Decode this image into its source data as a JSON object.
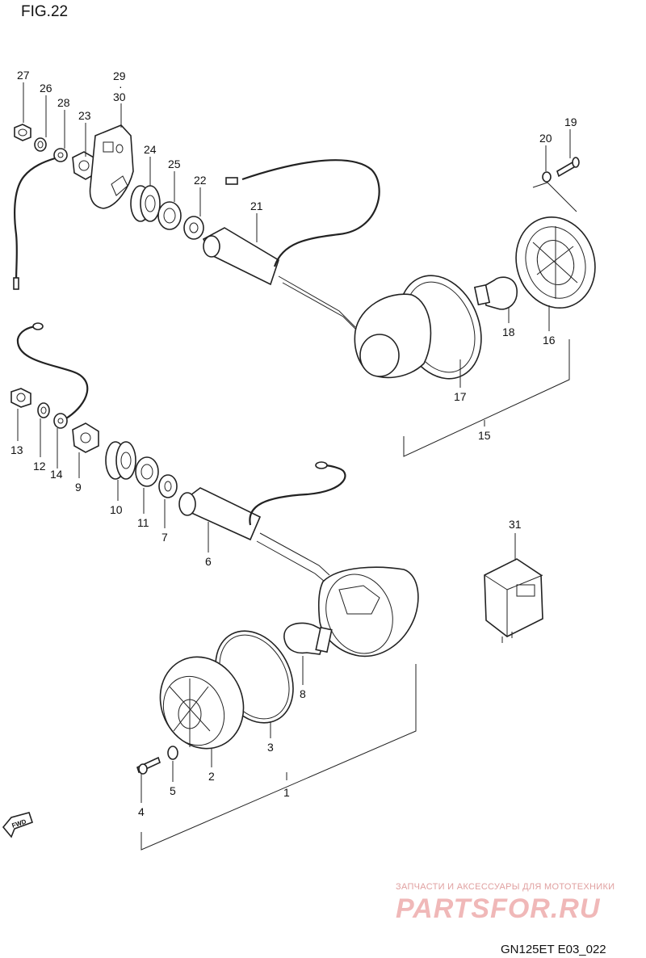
{
  "figure": {
    "title": "FIG.22",
    "code": "GN125ET E03_022"
  },
  "direction_badge": "FWD",
  "watermark": {
    "tagline": "ЗАПЧАСТИ И АКСЕССУАРЫ ДЛЯ МОТОТЕХНИКИ",
    "brand": "PARTSFOR.RU"
  },
  "callouts": {
    "c1": "1",
    "c2": "2",
    "c3": "3",
    "c4": "4",
    "c5": "5",
    "c6": "6",
    "c7": "7",
    "c8": "8",
    "c9": "9",
    "c10": "10",
    "c11": "11",
    "c12": "12",
    "c13": "13",
    "c14": "14",
    "c15": "15",
    "c16": "16",
    "c17": "17",
    "c18": "18",
    "c19": "19",
    "c20": "20",
    "c21": "21",
    "c22": "22",
    "c23": "23",
    "c24": "24",
    "c25": "25",
    "c26": "26",
    "c27": "27",
    "c28": "28",
    "c29": "29",
    "c30": "30",
    "c31": "31"
  },
  "colors": {
    "line": "#222222",
    "watermark": "#f0b8b8"
  }
}
